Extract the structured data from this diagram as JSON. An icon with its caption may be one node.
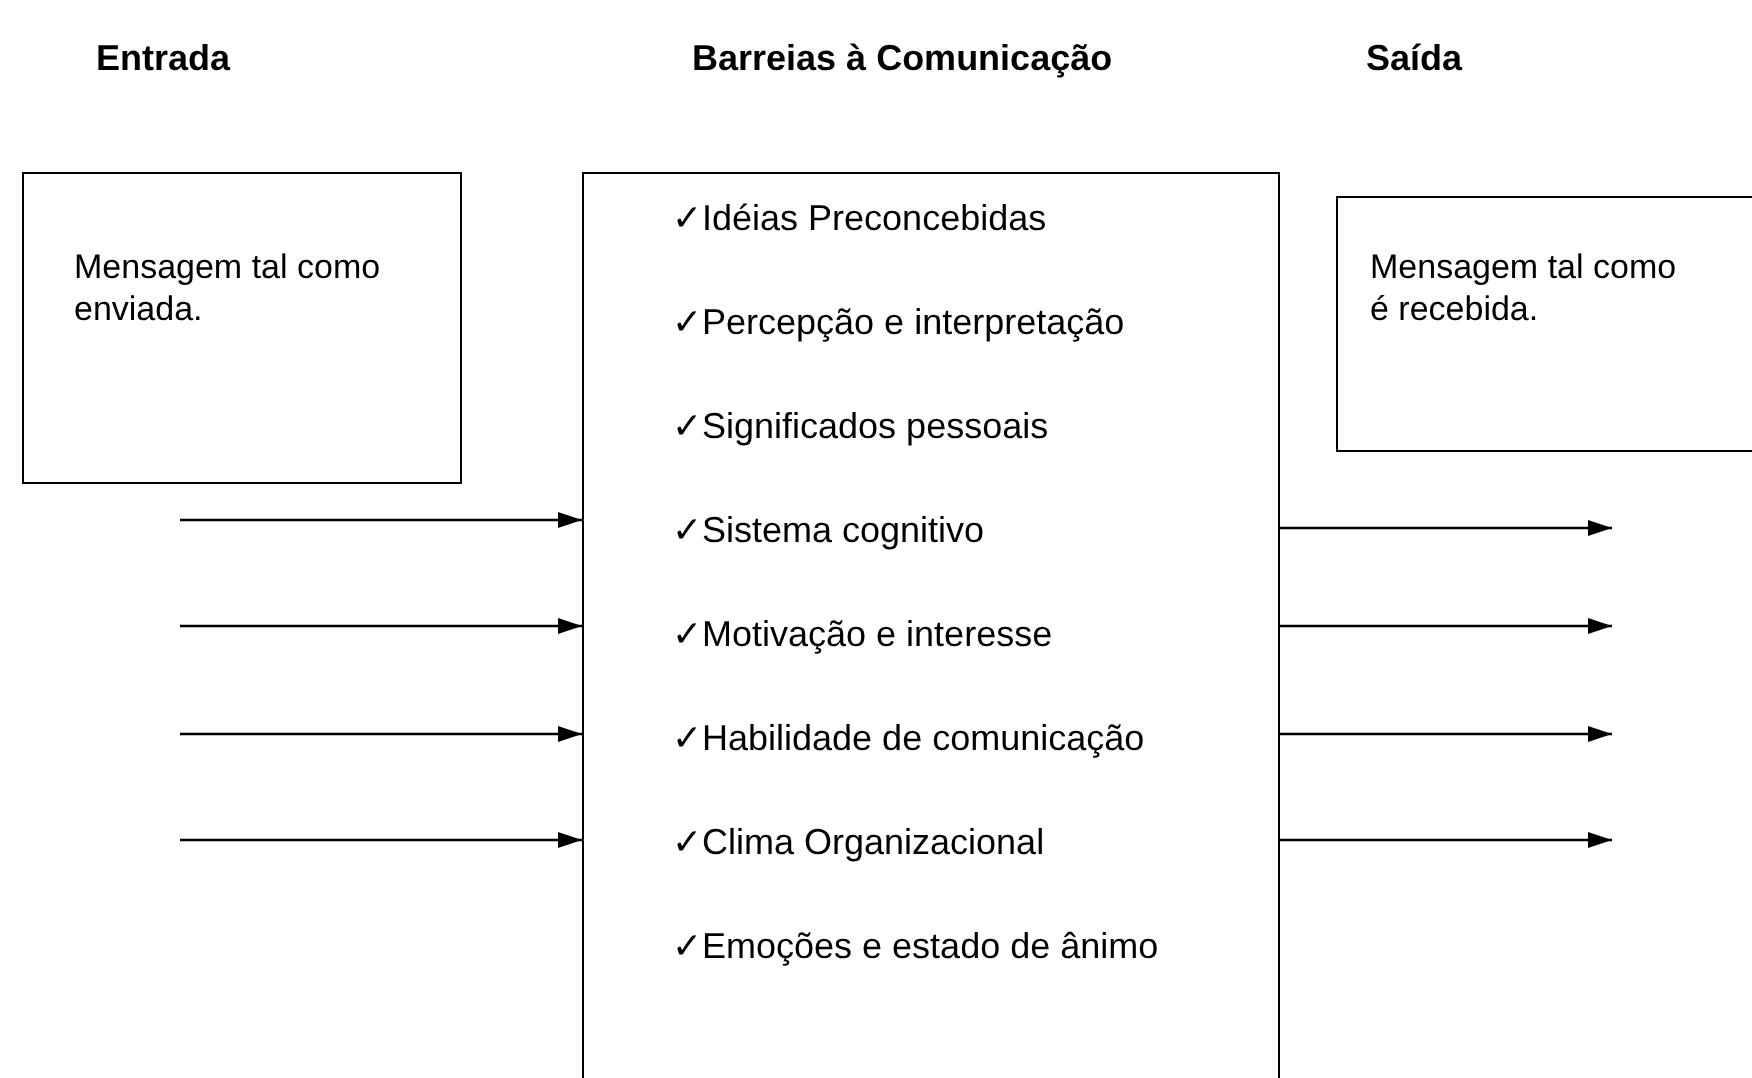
{
  "diagram": {
    "nodes": [
      {
        "text": [
          "Mensagem tal como enviada."
        ]
      },
      {
        "text": [
          "✓Idéias Preconcebidas",
          "✓Percepção e interpretação",
          "✓Significados pessoais",
          "✓Sistema cognitivo",
          "✓Motivação e interesse",
          "✓Habilidade de comunicação",
          "✓Clima Organizacional",
          "✓Emoções e estado de ânimo"
        ]
      },
      {
        "text": [
          "Mensagem tal como é recebida."
        ]
      }
    ],
    "edges": [
      {
        "from": null,
        "to": 1,
        "arrow": "to"
      },
      {
        "from": null,
        "to": 1,
        "arrow": "to"
      },
      {
        "from": null,
        "to": 1,
        "arrow": "to"
      },
      {
        "from": null,
        "to": 1,
        "arrow": "to"
      },
      {
        "from": 1,
        "to": null,
        "arrow": "to"
      },
      {
        "from": 1,
        "to": null,
        "arrow": "to"
      },
      {
        "from": 1,
        "to": null,
        "arrow": "to"
      },
      {
        "from": 1,
        "to": null,
        "arrow": "to"
      }
    ],
    "labels": [
      "Entrada",
      "Barreias à Comunicação",
      "Saída"
    ]
  }
}
